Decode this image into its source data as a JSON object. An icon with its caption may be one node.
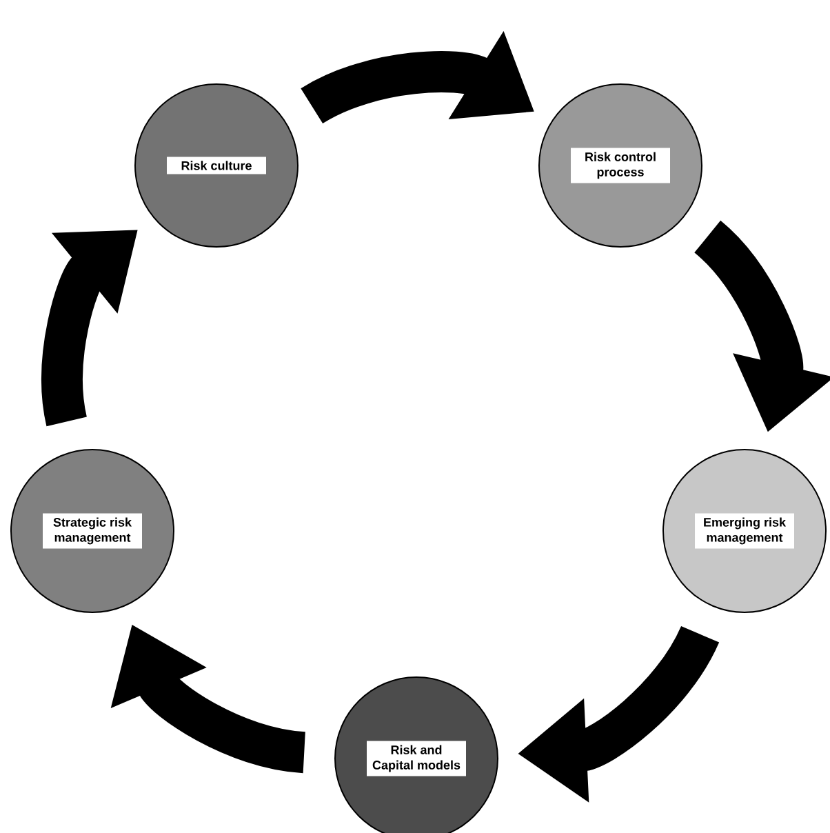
{
  "diagram": {
    "nodes": [
      {
        "text": [
          "Risk culture"
        ]
      },
      {
        "text": [
          "Risk control process"
        ]
      },
      {
        "text": [
          "Emerging risk management"
        ]
      },
      {
        "text": [
          "Risk and Capital models"
        ]
      },
      {
        "text": [
          "Strategic risk management"
        ]
      }
    ],
    "edges": [
      {
        "from": 0,
        "to": 1,
        "arrow": "to"
      },
      {
        "from": 1,
        "to": 2,
        "arrow": "to"
      },
      {
        "from": 2,
        "to": 3,
        "arrow": "to"
      },
      {
        "from": 3,
        "to": 4,
        "arrow": "to"
      },
      {
        "from": 4,
        "to": 0,
        "arrow": "to"
      }
    ]
  }
}
